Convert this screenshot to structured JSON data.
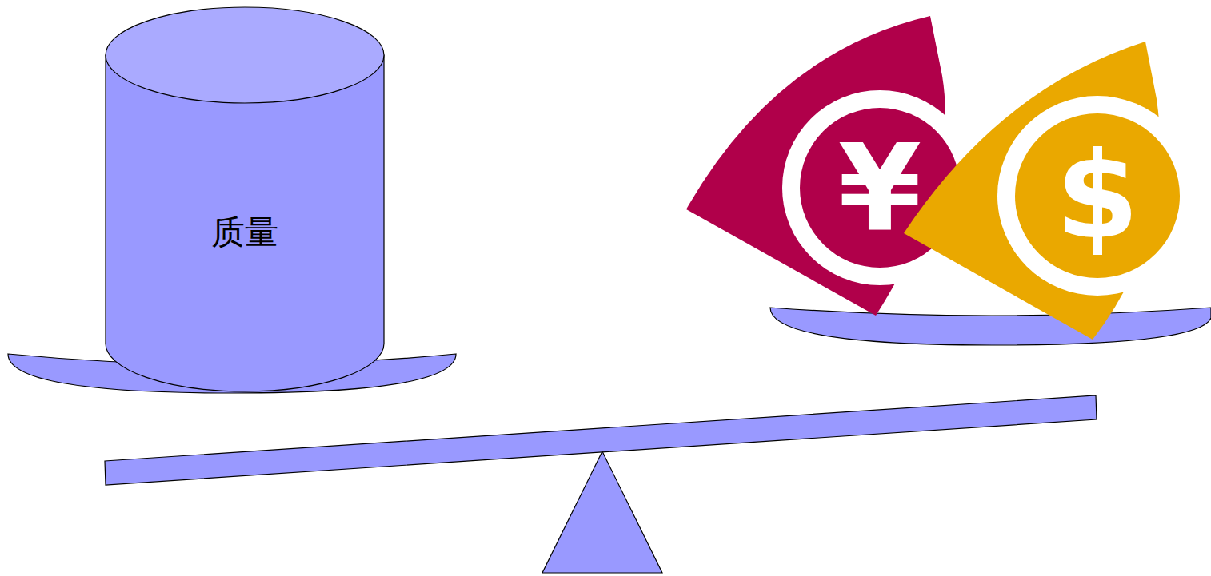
{
  "diagram": {
    "nodes": [
      {
        "text": [
          "质量"
        ]
      }
    ],
    "labels": [
      "¥",
      "$"
    ]
  }
}
